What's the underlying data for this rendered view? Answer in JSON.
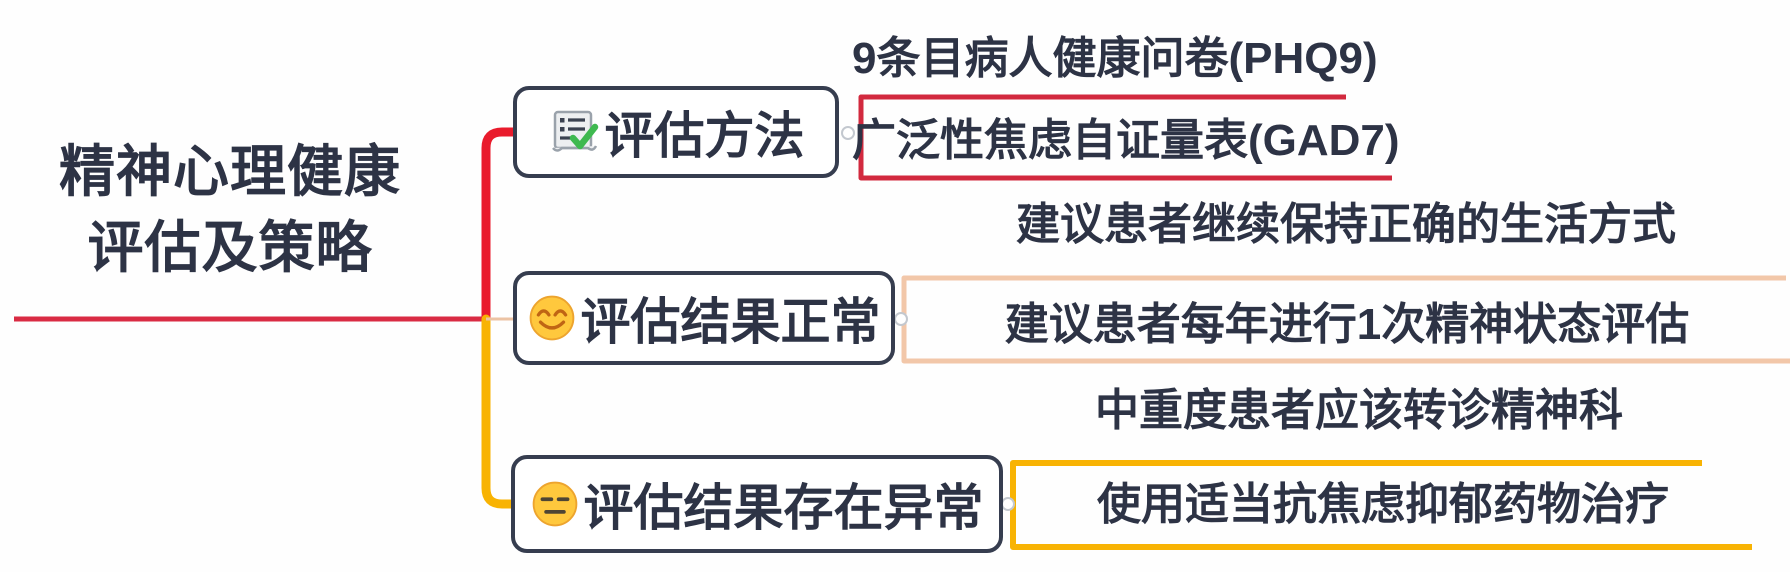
{
  "root": {
    "line1": "精神心理健康",
    "line2": "评估及策略"
  },
  "branches": [
    {
      "label": "评估方法",
      "icon": "checklist-scroll-icon",
      "branch_color": "#e91b2c",
      "underline_color": "#d2293e",
      "children": [
        {
          "text": "9条目病人健康问卷(PHQ9)"
        },
        {
          "text": "广泛性焦虑自证量表(GAD7)"
        }
      ]
    },
    {
      "label": "评估结果正常",
      "icon": "smiling-face-icon",
      "branch_color": "#ecc3a4",
      "underline_color": "#f2c7a9",
      "children": [
        {
          "text": "建议患者继续保持正确的生活方式"
        },
        {
          "text": "建议患者每年进行1次精神状态评估"
        }
      ]
    },
    {
      "label": "评估结果存在异常",
      "icon": "expressionless-face-icon",
      "branch_color": "#f8b303",
      "underline_color": "#f8b303",
      "children": [
        {
          "text": "中重度患者应该转诊精神科"
        },
        {
          "text": "使用适当抗焦虑抑郁药物治疗"
        }
      ]
    }
  ],
  "colors": {
    "root_underline": "#d92b43",
    "branch1_red": "#e91b2c",
    "branch2_peach": "#f2c7a9",
    "branch3_yellow": "#f8b303",
    "node_border": "#363d4f",
    "text": "#2d3345",
    "check_green": "#3fb950",
    "emoji_yellow": "#ffc83d"
  }
}
